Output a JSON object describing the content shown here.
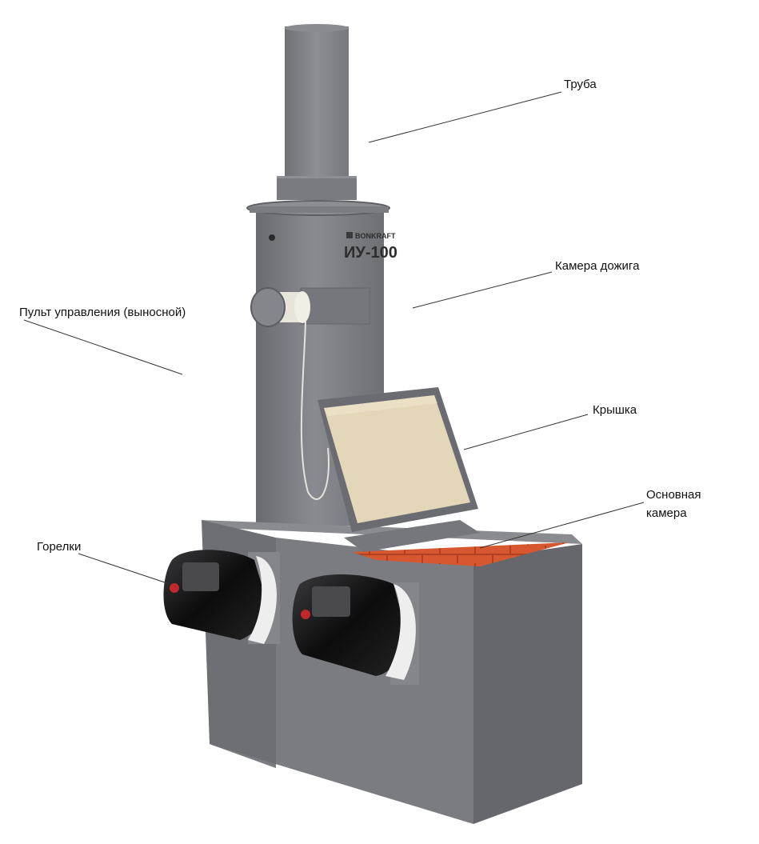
{
  "labels": {
    "pipe": "Труба",
    "afterburn_chamber": "Камера дожига",
    "control_panel": "Пульт управления (выносной)",
    "lid": "Крышка",
    "main_chamber_line1": "Основная",
    "main_chamber_line2": "камера",
    "burners": "Горелки"
  },
  "device": {
    "brand": "BONKRAFT",
    "model": "ИУ-100"
  },
  "colors": {
    "body": "#7c7d82",
    "body_dark": "#66676c",
    "body_light": "#8c8d92",
    "lid_insulation": "#e6d9bd",
    "brick": "#d85a33",
    "burner": "#111111",
    "leader_line": "#333333"
  }
}
